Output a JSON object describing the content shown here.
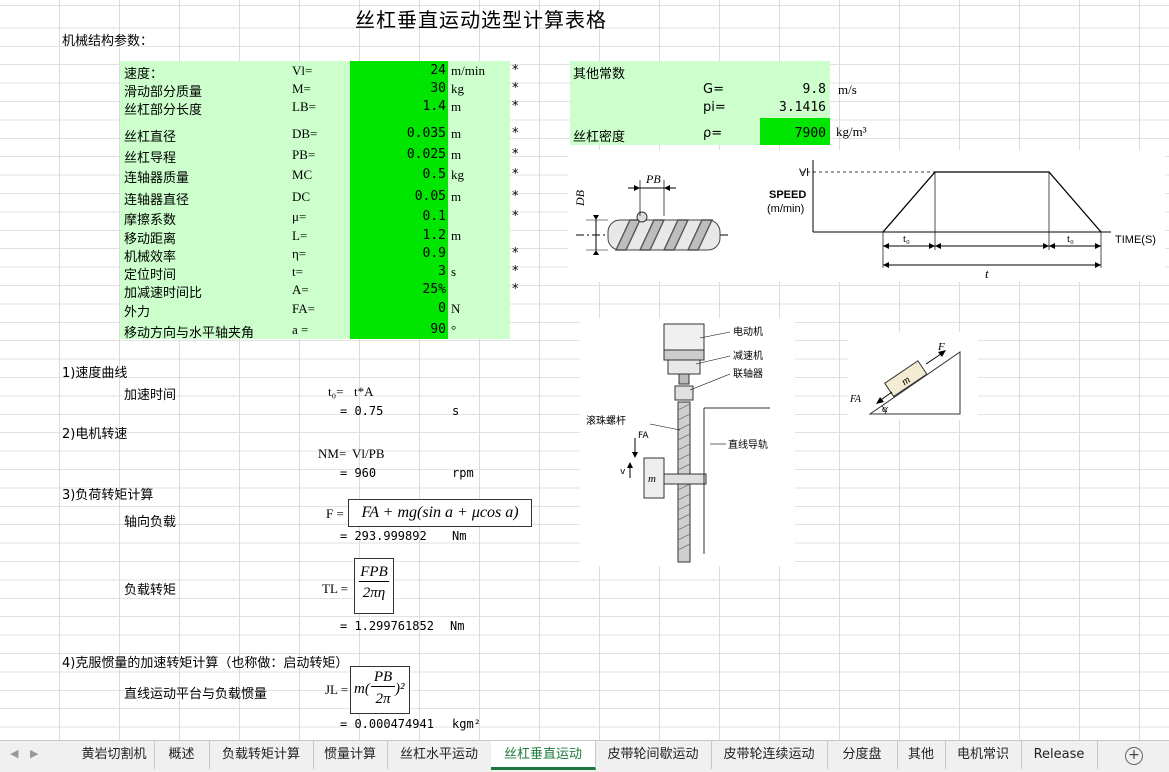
{
  "sheet_title": "丝杠垂直运动选型计算表格",
  "section_mech": "机械结构参数：",
  "params": [
    {
      "label": "速度：",
      "sym": "Vl=",
      "value": "24",
      "unit": "m/min",
      "mark": "*"
    },
    {
      "label": "滑动部分质量",
      "sym": "M=",
      "value": "30",
      "unit": "kg",
      "mark": "*"
    },
    {
      "label": "丝杠部分长度",
      "sym": "LB=",
      "value": "1.4",
      "unit": "m",
      "mark": "*"
    },
    {
      "label": "丝杠直径",
      "sym": "DB=",
      "value": "0.035",
      "unit": "m",
      "mark": "*"
    },
    {
      "label": "丝杠导程",
      "sym": "PB=",
      "value": "0.025",
      "unit": "m",
      "mark": "*"
    },
    {
      "label": "连轴器质量",
      "sym": "MC",
      "value": "0.5",
      "unit": "kg",
      "mark": "*"
    },
    {
      "label": "连轴器直径",
      "sym": "DC",
      "value": "0.05",
      "unit": "m",
      "mark": "*"
    },
    {
      "label": "摩擦系数",
      "sym": "μ=",
      "value": "0.1",
      "unit": "",
      "mark": "*"
    },
    {
      "label": "移动距离",
      "sym": "L=",
      "value": "1.2",
      "unit": "m",
      "mark": ""
    },
    {
      "label": "机械效率",
      "sym": "η=",
      "value": "0.9",
      "unit": "",
      "mark": "*"
    },
    {
      "label": "定位时间",
      "sym": "t=",
      "value": "3",
      "unit": "s",
      "mark": "*"
    },
    {
      "label": "加减速时间比",
      "sym": "A=",
      "value": "25%",
      "unit": "",
      "mark": "*"
    },
    {
      "label": "外力",
      "sym": "FA=",
      "value": "0",
      "unit": "N",
      "mark": ""
    },
    {
      "label": "移动方向与水平轴夹角",
      "sym": "a =",
      "value": "90",
      "unit": "°",
      "mark": ""
    }
  ],
  "const": {
    "heading": "其他常数",
    "g_sym": "G=",
    "g_val": "9.8",
    "g_unit": "m/s",
    "pi_sym": "pi=",
    "pi_val": "3.1416",
    "rho_label": "丝杠密度",
    "rho_sym": "ρ=",
    "rho_val": "7900",
    "rho_unit": "kg/m³"
  },
  "speed_chart": {
    "vl": "Vl",
    "speed_label": "SPEED",
    "speed_unit": "(m/min)",
    "time_label": "TIME(S)",
    "t0": "t₀",
    "t": "t"
  },
  "screw_fig": {
    "db": "DB",
    "pb": "PB"
  },
  "motor_fig": {
    "motor": "电动机",
    "reducer": "减速机",
    "coupling": "联轴器",
    "ballscrew": "滚珠螺杆",
    "guide": "直线导轨",
    "fa": "FA",
    "v": "v",
    "m": "m"
  },
  "incline_fig": {
    "f": "F",
    "fa": "FA",
    "m": "m",
    "alpha": "α"
  },
  "s1": {
    "heading": "1)速度曲线",
    "label": "加速时间",
    "sym": "t₀=",
    "formula": "t*A",
    "result": "= 0.75",
    "unit": "s"
  },
  "s2": {
    "heading": "2)电机转速",
    "sym": "NM=",
    "formula": "Vl/PB",
    "result": "= 960",
    "unit": "rpm"
  },
  "s3": {
    "heading": "3)负荷转矩计算",
    "label_f": "轴向负载",
    "sym_f": "F =",
    "formula_f": "FA + mg(sin a + μcos a)",
    "result_f": "= 293.999892",
    "unit_f": "Nm",
    "label_t": "负载转矩",
    "sym_t": "TL =",
    "formula_t_num": "FPB",
    "formula_t_den": "2πη",
    "result_t": "= 1.299761852",
    "unit_t": "Nm"
  },
  "s4": {
    "heading": "4)克服惯量的加速转矩计算（也称做：启动转矩）",
    "label": "直线运动平台与负载惯量",
    "sym": "JL =",
    "formula_num": "PB",
    "formula_den": "2π",
    "result": "= 0.000474941",
    "unit": "kgm²"
  },
  "tabs": [
    "黄岩切割机",
    "概述",
    "负载转矩计算",
    "惯量计算",
    "丝杠水平运动",
    "丝杠垂直运动",
    "皮带轮间歇运动",
    "皮带轮连续运动",
    "分度盘",
    "其他",
    "电机常识",
    "Release"
  ],
  "active_tab": "丝杠垂直运动"
}
